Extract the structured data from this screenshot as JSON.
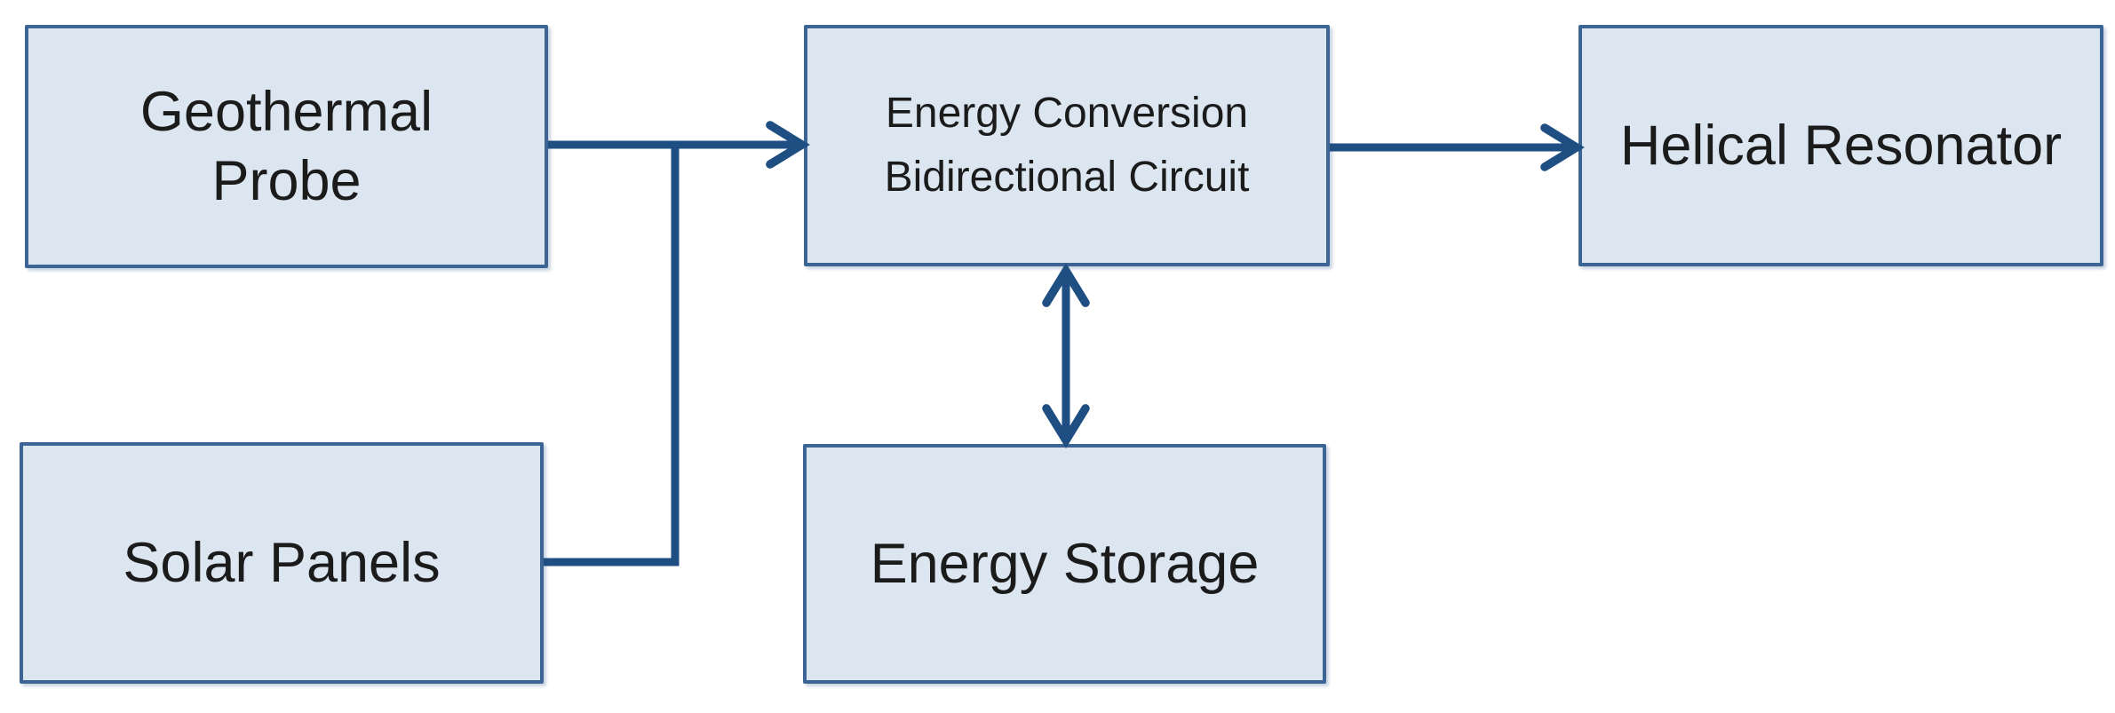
{
  "diagram": {
    "title": "",
    "nodes": [
      {
        "id": "geothermal-probe",
        "line1": "Geothermal",
        "line2": "Probe"
      },
      {
        "id": "solar-panels",
        "line1": "Solar Panels"
      },
      {
        "id": "energy-conversion",
        "line1": "Energy Conversion",
        "line2": "Bidirectional Circuit"
      },
      {
        "id": "energy-storage",
        "line1": "Energy Storage"
      },
      {
        "id": "helical-resonator",
        "line1": "Helical Resonator"
      }
    ],
    "edges": [
      {
        "from": "geothermal-probe",
        "to": "energy-conversion",
        "style": "arrow"
      },
      {
        "from": "solar-panels",
        "to": "energy-conversion",
        "style": "arrow",
        "via": "joins-geothermal-connector"
      },
      {
        "from": "energy-conversion",
        "to": "energy-storage",
        "style": "double-arrow"
      },
      {
        "from": "energy-conversion",
        "to": "helical-resonator",
        "style": "arrow"
      }
    ]
  },
  "colors": {
    "background": "#ffffff",
    "box_fill": "#dce6f1",
    "box_border": "#3c6596",
    "connector": "#1f4e82",
    "text": "#1b1b1b"
  }
}
